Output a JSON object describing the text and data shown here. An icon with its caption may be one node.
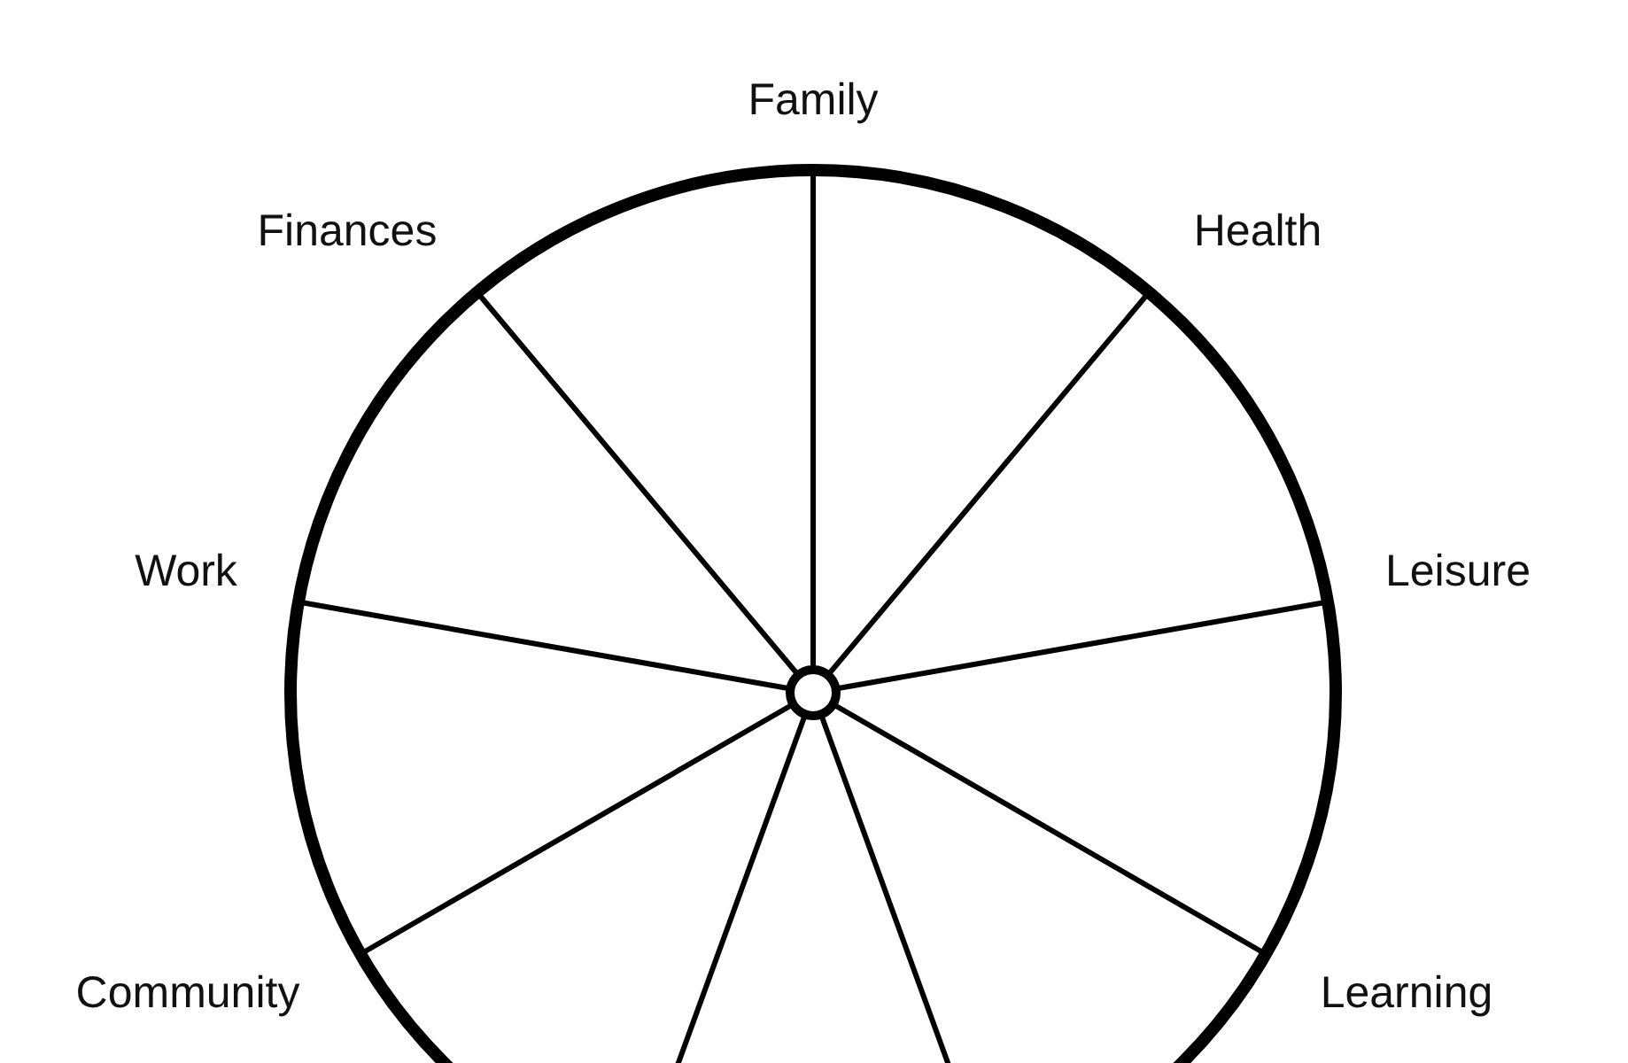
{
  "diagram": {
    "labels": [
      "Family",
      "Finances",
      "Health",
      "Work",
      "Leisure",
      "Community",
      "Learning"
    ]
  }
}
